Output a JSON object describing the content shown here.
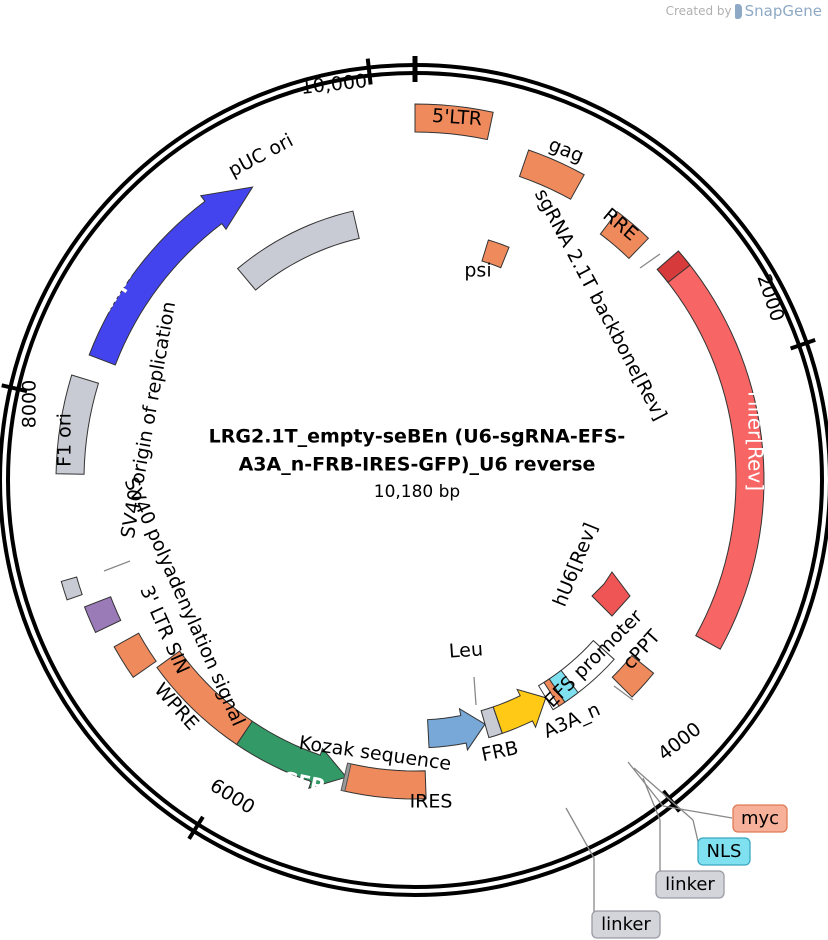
{
  "credit": {
    "prefix": "Created by",
    "brand": "SnapGene"
  },
  "title_line1": "LRG2.1T_empty-seBEn (U6-sgRNA-EFS-",
  "title_line2": "A3A_n-FRB-IRES-GFP)_U6 reverse",
  "length_label": "10,180 bp",
  "ticks": [
    {
      "name": "tick-2000",
      "label": "2000"
    },
    {
      "name": "tick-4000",
      "label": "4000"
    },
    {
      "name": "tick-6000",
      "label": "6000"
    },
    {
      "name": "tick-8000",
      "label": "8000"
    },
    {
      "name": "tick-10000",
      "label": "10,000"
    }
  ],
  "features": [
    {
      "id": "5ltr",
      "label": "5'LTR",
      "color": "#ef8a5c",
      "text_color": "#000000"
    },
    {
      "id": "gag",
      "label": "gag",
      "color": "#ef8a5c",
      "text_color": "#000000"
    },
    {
      "id": "rre",
      "label": "RRE",
      "color": "#ef8a5c",
      "text_color": "#000000"
    },
    {
      "id": "psi",
      "label": "psi",
      "color": "#ef8a5c",
      "text_color": "#000000"
    },
    {
      "id": "sgrna",
      "label": "sgRNA 2.1T backbone[Rev]",
      "color": "#f05555",
      "text_color": "#000000"
    },
    {
      "id": "filler",
      "label": "Filler[Rev]",
      "color": "#f76565",
      "text_color": "#ffffff"
    },
    {
      "id": "hu6",
      "label": "hU6[Rev]",
      "color": "#f05555",
      "text_color": "#000000"
    },
    {
      "id": "cppt",
      "label": "cPPT",
      "color": "#ef8a5c",
      "text_color": "#000000"
    },
    {
      "id": "efs",
      "label": "EFS promoter",
      "color": "#ffffff",
      "text_color": "#000000"
    },
    {
      "id": "a3a",
      "label": "A3A_n",
      "color": "#ffc915",
      "text_color": "#000000"
    },
    {
      "id": "frb",
      "label": "FRB",
      "color": "#77a8d8",
      "text_color": "#000000"
    },
    {
      "id": "ires",
      "label": "IRES",
      "color": "#ef8a5c",
      "text_color": "#000000"
    },
    {
      "id": "gfp",
      "label": "GFP",
      "color": "#339966",
      "text_color": "#ffffff"
    },
    {
      "id": "kozak",
      "label": "Kozak sequence",
      "color": "#999999",
      "text_color": "#000000"
    },
    {
      "id": "leu",
      "label": "Leu",
      "color": "#999999",
      "text_color": "#000000"
    },
    {
      "id": "wpre",
      "label": "WPRE",
      "color": "#ef8a5c",
      "text_color": "#000000"
    },
    {
      "id": "3ltr",
      "label": "3' LTR SIN",
      "color": "#ef8a5c",
      "text_color": "#000000"
    },
    {
      "id": "sv40pa",
      "label": "SV40 polyadenylation signal",
      "color": "#9b7ab8",
      "text_color": "#000000"
    },
    {
      "id": "sv40ori",
      "label": "SV40 origin of replication",
      "color": "#c8cbd3",
      "text_color": "#000000"
    },
    {
      "id": "f1ori",
      "label": "F1 ori",
      "color": "#c8cbd3",
      "text_color": "#000000"
    },
    {
      "id": "ampr",
      "label": "AmpR",
      "color": "#4444ee",
      "text_color": "#ffffff"
    },
    {
      "id": "puc",
      "label": "pUC ori",
      "color": "#c8cbd3",
      "text_color": "#000000"
    }
  ],
  "callouts": [
    {
      "id": "myc",
      "label": "myc",
      "fill": "#f7b09a",
      "stroke": "#e07a57"
    },
    {
      "id": "nls",
      "label": "NLS",
      "fill": "#7fe0f0",
      "stroke": "#3aa8c0"
    },
    {
      "id": "linker1",
      "label": "linker",
      "fill": "#d3d5db",
      "stroke": "#9a9ca3"
    },
    {
      "id": "linker2",
      "label": "linker",
      "fill": "#d3d5db",
      "stroke": "#9a9ca3"
    }
  ]
}
